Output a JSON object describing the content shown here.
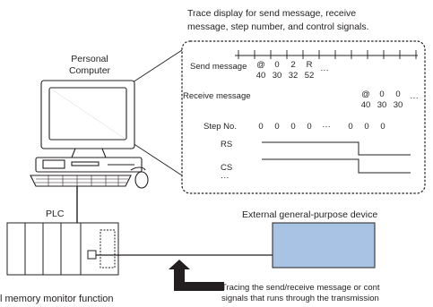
{
  "caption": {
    "line1": "Trace display for send message, receive",
    "line2": "message, step number, and control signals."
  },
  "pc": {
    "line1": "Personal",
    "line2": "Computer"
  },
  "trace": {
    "send_label": "Send message",
    "send_chars": [
      "@",
      "0",
      "2",
      "R"
    ],
    "send_hex": [
      "40",
      "30",
      "32",
      "52"
    ],
    "send_more": "···",
    "receive_label": "Receive message",
    "receive_chars": [
      "@",
      "0",
      "0"
    ],
    "receive_hex": [
      "40",
      "30",
      "30"
    ],
    "receive_more": "···",
    "step_label": "Step No.",
    "step_values": [
      "0",
      "0",
      "0",
      "0",
      "···",
      "0",
      "0",
      "0"
    ],
    "rs_label": "RS",
    "cs_label": "CS",
    "more": "···"
  },
  "plc_label": "PLC",
  "device_label": "External general-purpose device",
  "note": {
    "line1": "Tracing the send/receive message or cont",
    "line2": "signals that runs through the transmission"
  },
  "bottom_fragment": "l memory monitor function",
  "colors": {
    "device_fill": "#a8c3e4",
    "line": "#231f20",
    "panel_border": "#231f20"
  }
}
